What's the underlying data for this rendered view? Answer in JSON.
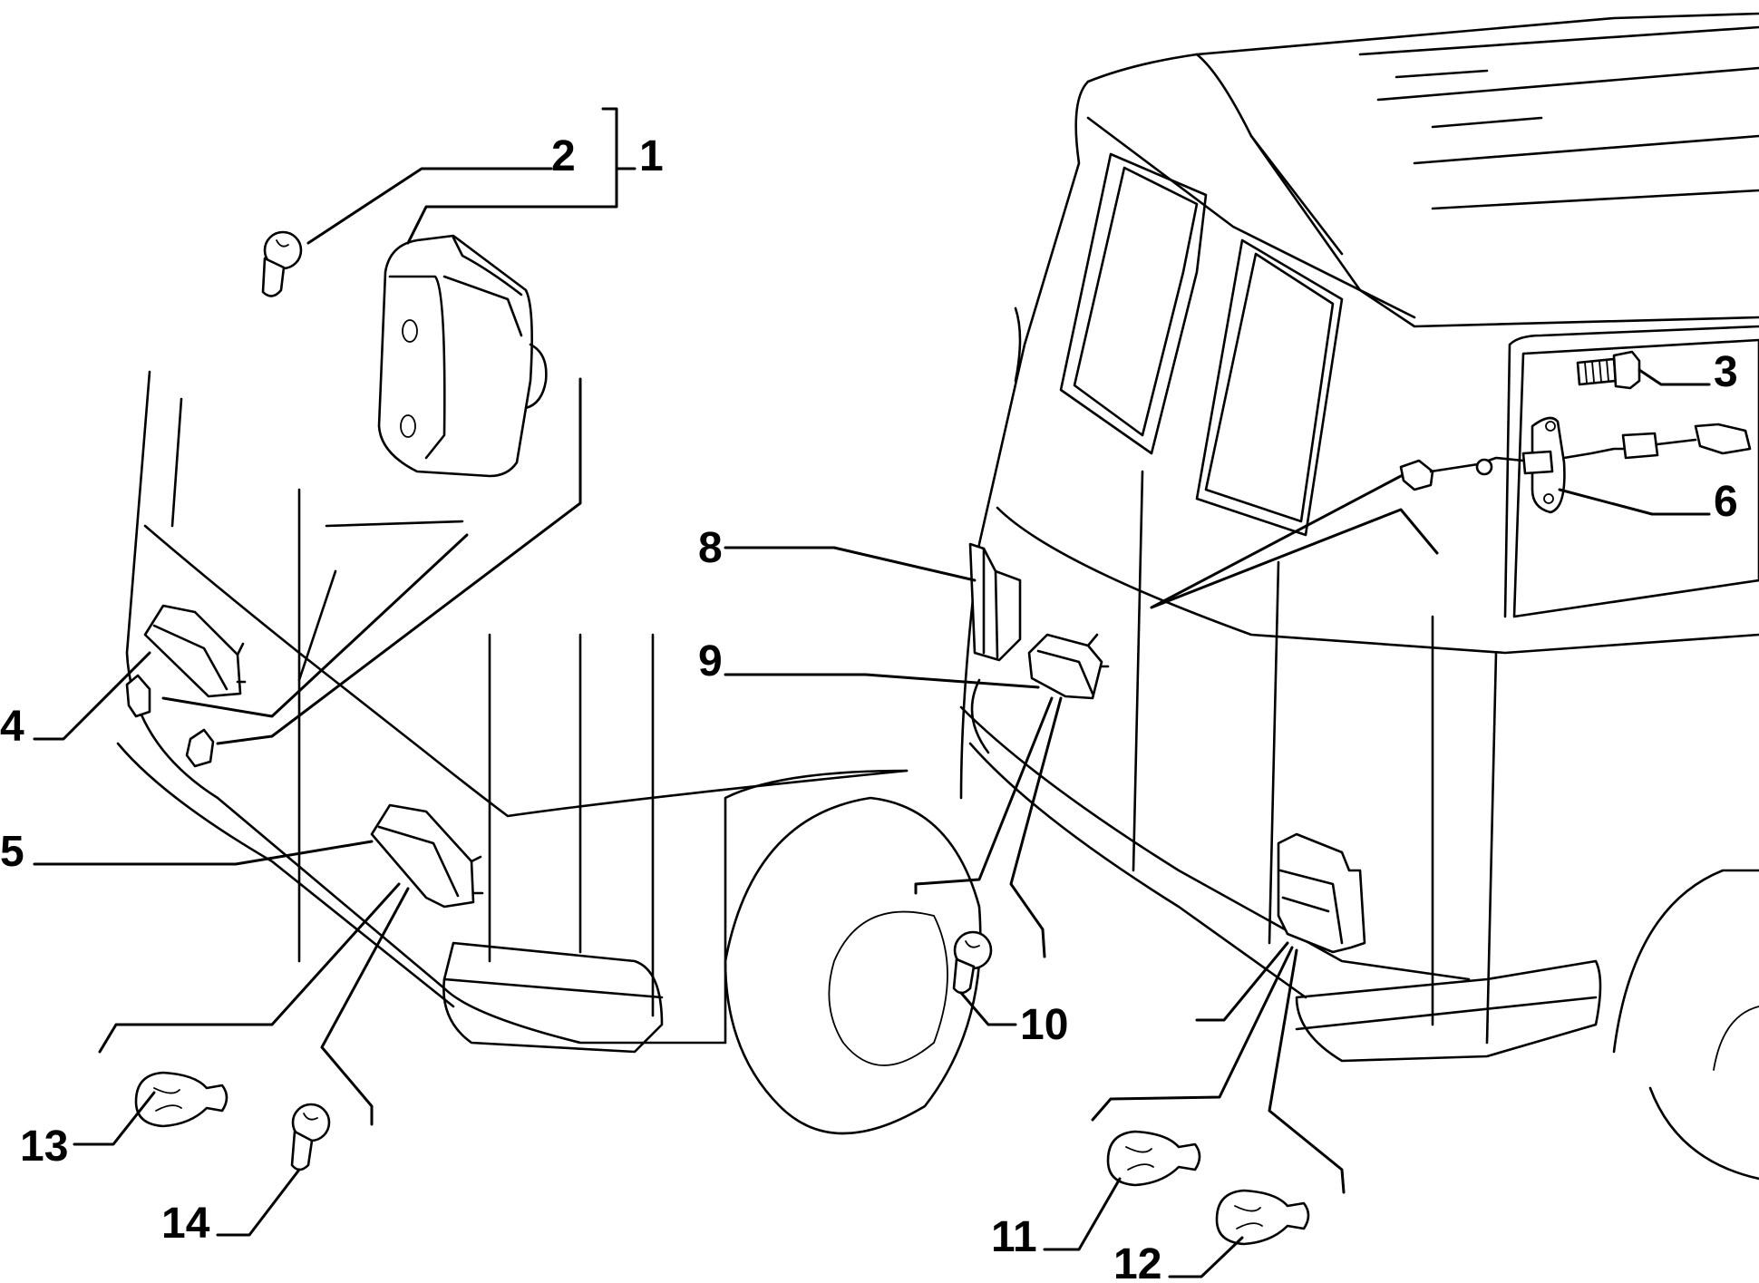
{
  "callouts": {
    "c1": "1",
    "c2": "2",
    "c3": "3",
    "c4": "4",
    "c5": "5",
    "c6": "6",
    "c8": "8",
    "c9": "9",
    "c10": "10",
    "c11": "11",
    "c12": "12",
    "c13": "13",
    "c14": "14"
  }
}
